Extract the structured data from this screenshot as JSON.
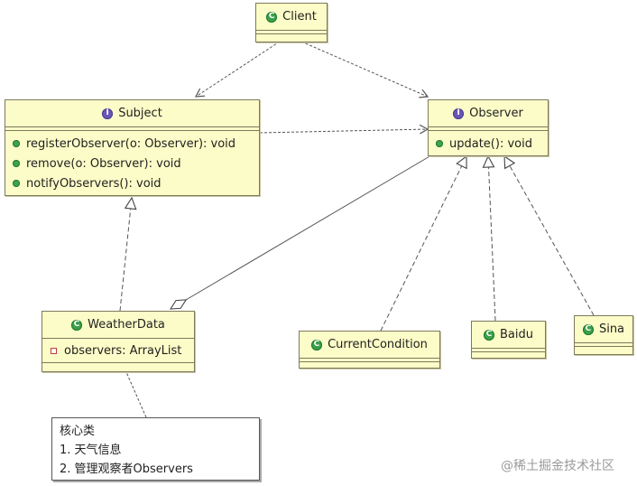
{
  "classes": {
    "client": {
      "name": "Client",
      "kind": "class"
    },
    "subject": {
      "name": "Subject",
      "kind": "interface",
      "methods": [
        "registerObserver(o: Observer): void",
        "remove(o: Observer): void",
        "notifyObservers(): void"
      ]
    },
    "observer": {
      "name": "Observer",
      "kind": "interface",
      "methods": [
        "update(): void"
      ]
    },
    "weatherdata": {
      "name": "WeatherData",
      "kind": "class",
      "fields": [
        "observers: ArrayList"
      ]
    },
    "currentcondition": {
      "name": "CurrentCondition",
      "kind": "class"
    },
    "baidu": {
      "name": "Baidu",
      "kind": "class"
    },
    "sina": {
      "name": "Sina",
      "kind": "class"
    }
  },
  "icons": {
    "class": "C",
    "interface": "I"
  },
  "note": {
    "lines": [
      "核心类",
      "1. 天气信息",
      "2. 管理观察者Observers"
    ]
  },
  "watermark": "@稀土掘金技术社区",
  "colors": {
    "class_fill": "#fcfcc8",
    "class_border": "#7d7a5c",
    "class_icon": "#3aa04a",
    "interface_icon": "#6a56b6"
  }
}
